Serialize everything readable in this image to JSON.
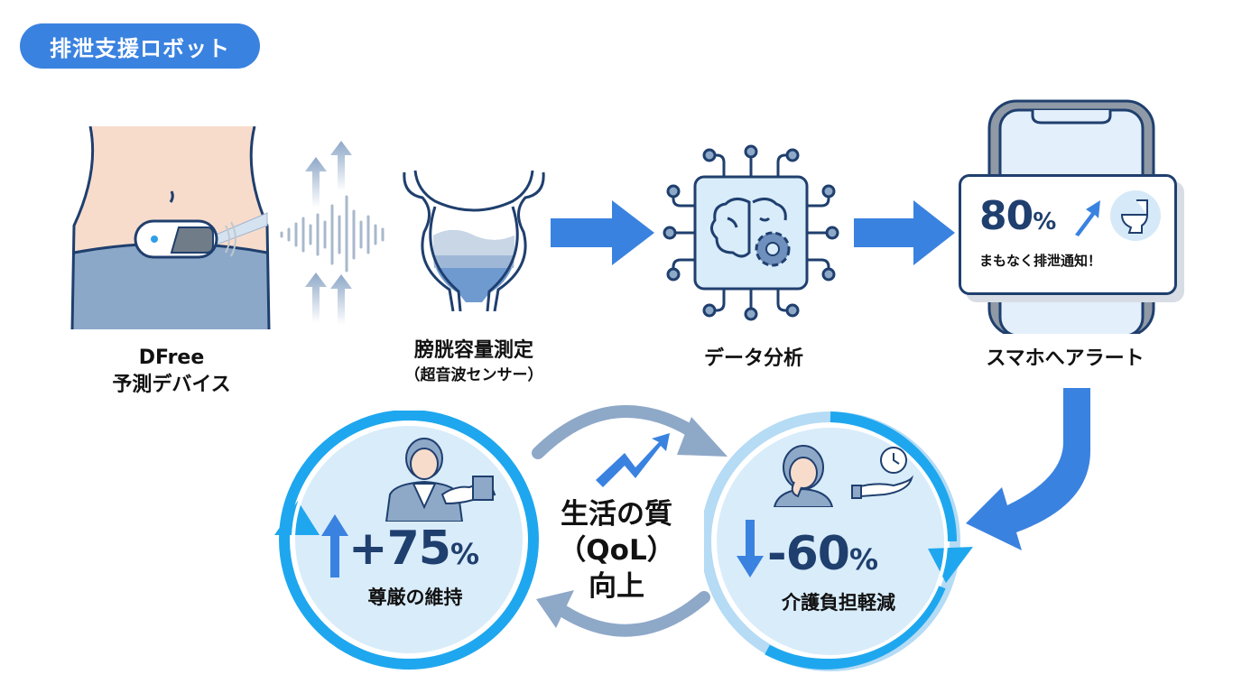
{
  "header": {
    "title": "排泄支援ロボット",
    "color": "#3a82e0"
  },
  "flow": {
    "steps": [
      {
        "title": "DFree",
        "subtitle": "予測デバイス",
        "icon": "abdomen-sensor-device-icon"
      },
      {
        "title": "膀胱容量測定",
        "subtitle": "（超音波センサー）",
        "icon": "bladder-icon"
      },
      {
        "title": "データ分析",
        "subtitle": "",
        "icon": "ai-chip-brain-gear-icon"
      },
      {
        "title": "スマホへアラート",
        "subtitle": "",
        "icon": "smartphone-icon"
      }
    ],
    "arrow_color": "#3a82e0"
  },
  "notification": {
    "percent": "80",
    "percent_sign": "%",
    "message": "まもなく排泄通知！",
    "icon": "toilet-icon"
  },
  "outcomes": {
    "dignity": {
      "value": "+75",
      "unit": "%",
      "label": "尊厳の維持",
      "direction": "up",
      "icon": "elderly-person-supported-icon"
    },
    "care_burden": {
      "value": "-60",
      "unit": "%",
      "label": "介護負担軽減",
      "direction": "down",
      "icon": "tired-caregiver-icon"
    },
    "qol": {
      "line1": "生活の質",
      "line2": "（QoL）",
      "line3": "向上"
    }
  },
  "colors": {
    "dark_navy": "#1f3f6e",
    "ring_cyan": "#1ea7ee",
    "circle_fill": "#d9ecfa",
    "cycle_arrow": "#8ea8c8"
  }
}
